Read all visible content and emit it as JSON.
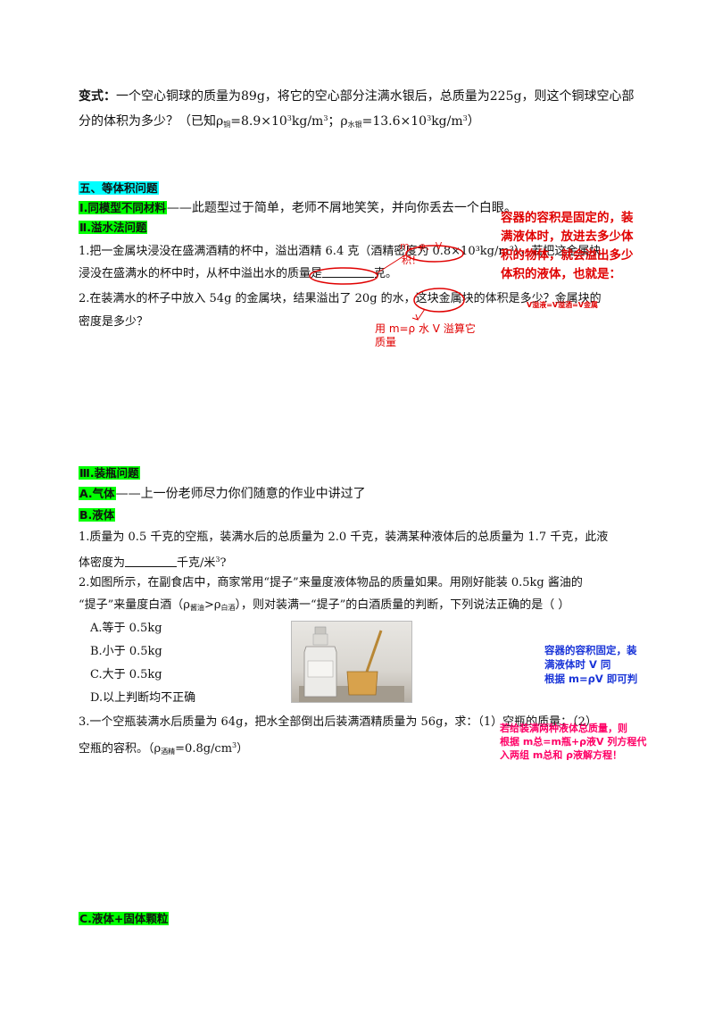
{
  "variant": {
    "label": "变式：",
    "text1": "一个空心铜球的质量为89g，将它的空心部分注满水银后，总质量为225g，则这个铜球空心部",
    "text2a": "分的体积为多少？（已知ρ",
    "sub_copper": "铜",
    "text2b": "=8.9×10",
    "sup3": "3",
    "text2c": "kg/m",
    "text2d": "；ρ",
    "sub_mercury": "水银",
    "text2e": "=13.6×10",
    "text2f": "kg/m",
    "text2g": "）"
  },
  "section5": {
    "title": "五、等体积问题",
    "sub1_label": "Ⅰ.同模型不同材料",
    "sub1_text": "——此题型过于简单，老师不屑地笑笑，并向你丢去一个白眼。",
    "sub2_label": "Ⅱ.溢水法问题",
    "q1_line1": "1.把一金属块浸没在盛满酒精的杯中，溢出酒精 6.4 克（酒精密度为 0.8×10³kg/m³），若把这金属块",
    "q1_line2a": "浸没在盛满水的杯中时，从杯中溢出水的质量是",
    "q1_line2b": "克。",
    "q2_line1": "2.在装满水的杯子中放入 54g 的金属块，结果溢出了 20g 的水，这块金属块的体积是多少？金属块的",
    "q2_line2": "密度是多少？"
  },
  "annotations": {
    "red_box_line1": "容器的容积是固定的，装",
    "red_box_line2": "满液体时，放进去多少体",
    "red_box_line3": "积的物体，就会溢出多少",
    "red_box_line4": "体积的液体，也就是：",
    "red_box_formula": "V溢液=V溢酒=V金属",
    "small_red_top": "m、ρ、V",
    "small_red_top2": "积！",
    "bottom_red_line1": "用 m=ρ 水 V 溢算它",
    "bottom_red_line2": "质量"
  },
  "section3": {
    "title": "Ⅲ.装瓶问题",
    "a_label": "A.气体",
    "a_text": "——上一份老师尽力你们随意的作业中讲过了",
    "b_label": "B.液体",
    "q1_line1": "1.质量为 0.5 千克的空瓶，装满水后的总质量为 2.0 千克，装满某种液体后的总质量为 1.7 千克，此液",
    "q1_line2a": "体密度为",
    "q1_line2b": "千克/米",
    "q1_line2c": "?",
    "q2_line1": "2.如图所示，在副食店中，商家常用“提子”来量度液体物品的质量如果。用刚好能装 0.5kg 酱油的",
    "q2_line2a": "“提子”来量度白酒（ρ",
    "q2_sub_soy": "酱油",
    "q2_line2b": ">ρ",
    "q2_sub_liquor": "白酒",
    "q2_line2c": "），则对装满一“提子”的白酒质量的判断，下列说法正确的是（      ）",
    "options": [
      "A.等于 0.5kg",
      "B.小于 0.5kg",
      "C.大于 0.5kg",
      "D.以上判断均不正确"
    ],
    "q3_line1": "3.一个空瓶装满水后质量为 64g，把水全部倒出后装满酒精质量为 56g，求：（1）空瓶的质量；（2）",
    "q3_line2": "空瓶的容积。（ρ",
    "q3_sub": "酒精",
    "q3_line2b": "=0.8g/cm",
    "q3_line2c": "）",
    "blue_note1": "容器的容积固定，装",
    "blue_note2": "满液体时 V 同",
    "blue_note3": "根据 m=ρV 即可判",
    "mag_note1": "若给装满两种液体总质量，则",
    "mag_note2": "根据 m总=m瓶+ρ液V 列方程代",
    "mag_note3": "入两组 m总和 ρ液解方程！",
    "c_label": "C.液体+固体颗粒"
  }
}
